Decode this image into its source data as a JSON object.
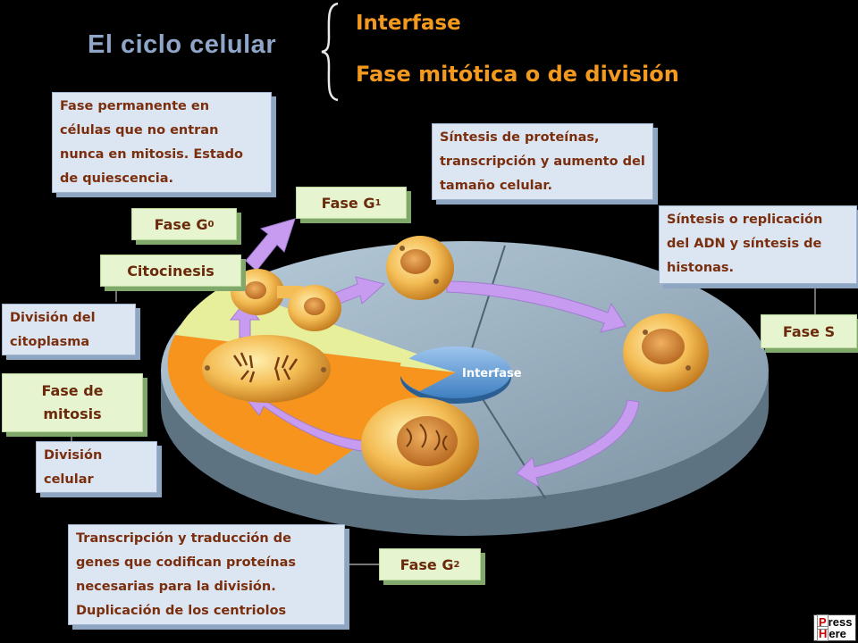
{
  "title": "El ciclo celular",
  "phases": [
    "Interfase",
    "Fase mitótica o de división"
  ],
  "diagram": {
    "center_label": "Interfase"
  },
  "labels": {
    "g1": {
      "text": "Fase G",
      "sub": "1"
    },
    "g0": {
      "text": "Fase G",
      "sub": "0"
    },
    "citocinesis": "Citocinesis",
    "mitosis": "Fase de mitosis",
    "s": "Fase S",
    "g2": {
      "text": "Fase G",
      "sub": "2"
    }
  },
  "notes": {
    "g0": "Fase permanente en células que no entran nunca en mitosis. Estado de quiescencia.",
    "g1": "Síntesis de proteínas, transcripción y aumento del tamaño celular.",
    "s": "Síntesis o replicación del ADN y síntesis de histonas.",
    "citoplasma": "División del citoplasma",
    "celular": "División celular",
    "g2": "Transcripción y traducción de genes que codifican proteínas necesarias para la división. Duplicación de los centriolos"
  },
  "badge": {
    "line1": "ress",
    "line2": "ere",
    "cap1": "P",
    "cap2": "H"
  },
  "colors": {
    "disk": "#a9bfd1",
    "disk_dark": "#6f8696",
    "orange": "#f7941d",
    "yellow": "#e8ef9a",
    "arrow": "#c79cf0",
    "cell": "#f2b95a",
    "accent_title": "#f39a1e"
  }
}
